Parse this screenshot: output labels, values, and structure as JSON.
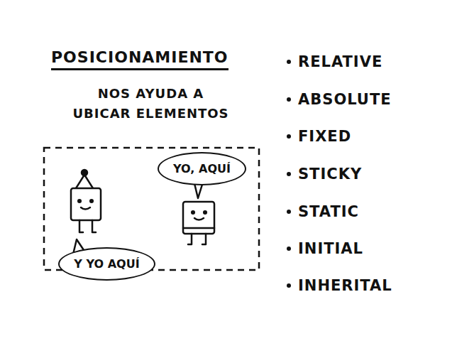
{
  "diagram": {
    "title": "POSICIONAMIENTO",
    "nodes": [
      {
        "text": [
          "YO, AQUÍ"
        ]
      },
      {
        "text": [
          "Y YO AQUÍ"
        ]
      }
    ],
    "labels": [
      "NOS AYUDA A UBICAR ELEMENTOS",
      "RELATIVE",
      "ABSOLUTE",
      "FIXED",
      "STICKY",
      "STATIC",
      "INITIAL",
      "INHERITAL"
    ]
  }
}
